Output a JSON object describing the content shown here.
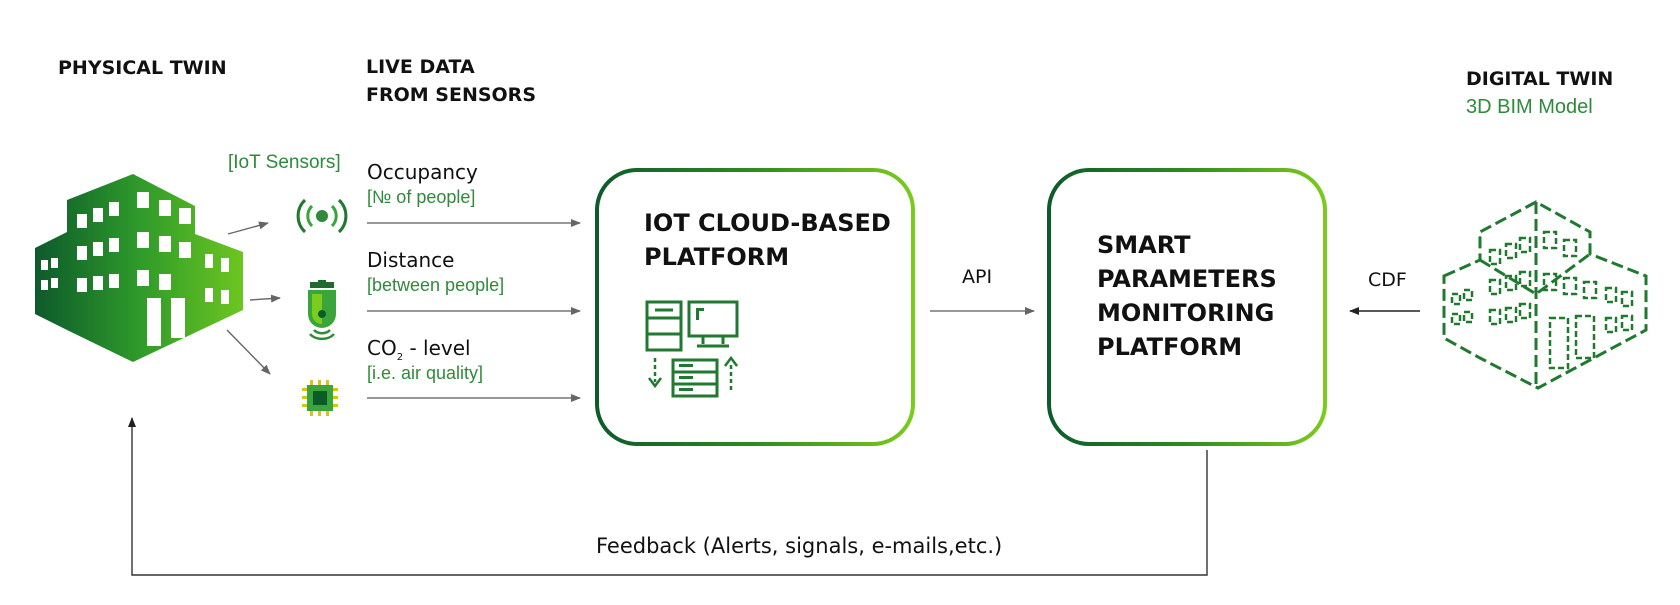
{
  "headings": {
    "physical_twin": "PHYSICAL TWIN",
    "live_data_line1": "LIVE DATA",
    "live_data_line2": "FROM SENSORS",
    "digital_twin": "DIGITAL TWIN",
    "digital_twin_sub": "3D BIM Model"
  },
  "iot_sensors_label": "[IoT Sensors]",
  "sensors": [
    {
      "name": "Occupancy",
      "detail": "[№ of people]"
    },
    {
      "name": "Distance",
      "detail": "[between people]"
    },
    {
      "name_prefix": "CO",
      "name_sub": "2",
      "name_suffix": " - level",
      "detail": "[i.e. air quality]"
    }
  ],
  "iot_platform": {
    "line1": "IOT CLOUD-BASED",
    "line2": "PLATFORM"
  },
  "smart_platform": {
    "line1": "SMART",
    "line2": "PARAMETERS",
    "line3": "MONITORING",
    "line4": "PLATFORM"
  },
  "api_label": "API",
  "cdf_label": "CDF",
  "feedback_label": "Feedback (Alerts, signals, e-mails,etc.)",
  "icons": [
    "building-icon",
    "wireless-sensor-icon",
    "distance-sensor-icon",
    "chip-sensor-icon",
    "server-computer-icon",
    "bim-model-icon"
  ],
  "colors": {
    "dark_green": "#0d5a2b",
    "mid_green": "#2e8b3a",
    "light_green": "#7ccc1d",
    "accent_label": "#2e8b3a"
  }
}
